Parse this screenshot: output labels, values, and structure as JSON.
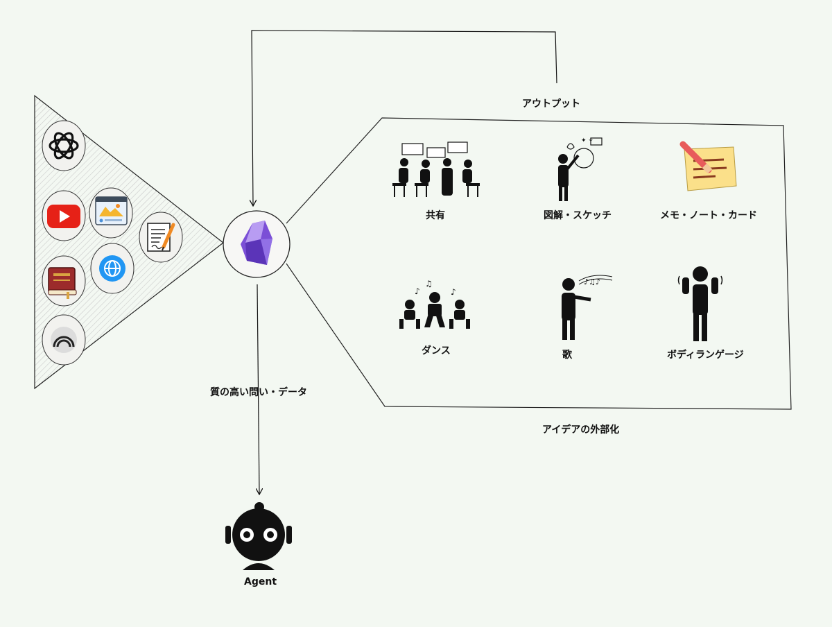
{
  "labels": {
    "output": "アウトプット",
    "externalize": "アイデアの外部化",
    "question_data": "質の高い問い・データ",
    "agent": "Agent"
  },
  "activities": [
    {
      "id": "share",
      "label": "共有",
      "icon": "discussion-group-icon"
    },
    {
      "id": "sketch",
      "label": "図解・スケッチ",
      "icon": "idea-sketch-person-icon"
    },
    {
      "id": "memo",
      "label": "メモ・ノート・カード",
      "icon": "sticky-note-pencil-icon"
    },
    {
      "id": "dance",
      "label": "ダンス",
      "icon": "dancers-icon"
    },
    {
      "id": "song",
      "label": "歌",
      "icon": "singing-person-icon"
    },
    {
      "id": "body",
      "label": "ボディランゲージ",
      "icon": "body-language-person-icon"
    }
  ],
  "sources": [
    {
      "id": "openai",
      "icon": "openai-logo-icon"
    },
    {
      "id": "youtube",
      "icon": "youtube-logo-icon"
    },
    {
      "id": "web-page",
      "icon": "web-page-icon"
    },
    {
      "id": "document",
      "icon": "document-pen-icon"
    },
    {
      "id": "book",
      "icon": "book-icon"
    },
    {
      "id": "web",
      "icon": "globe-icon"
    },
    {
      "id": "arc",
      "icon": "arc-logo-icon"
    }
  ],
  "hub": {
    "icon": "obsidian-logo-icon"
  },
  "colors": {
    "background": "#f3f8f2",
    "obsidian": "#7b4fd6",
    "youtube": "#e62117",
    "globe": "#2196f3",
    "book": "#9c2b2b",
    "note": "#fbe08a"
  }
}
